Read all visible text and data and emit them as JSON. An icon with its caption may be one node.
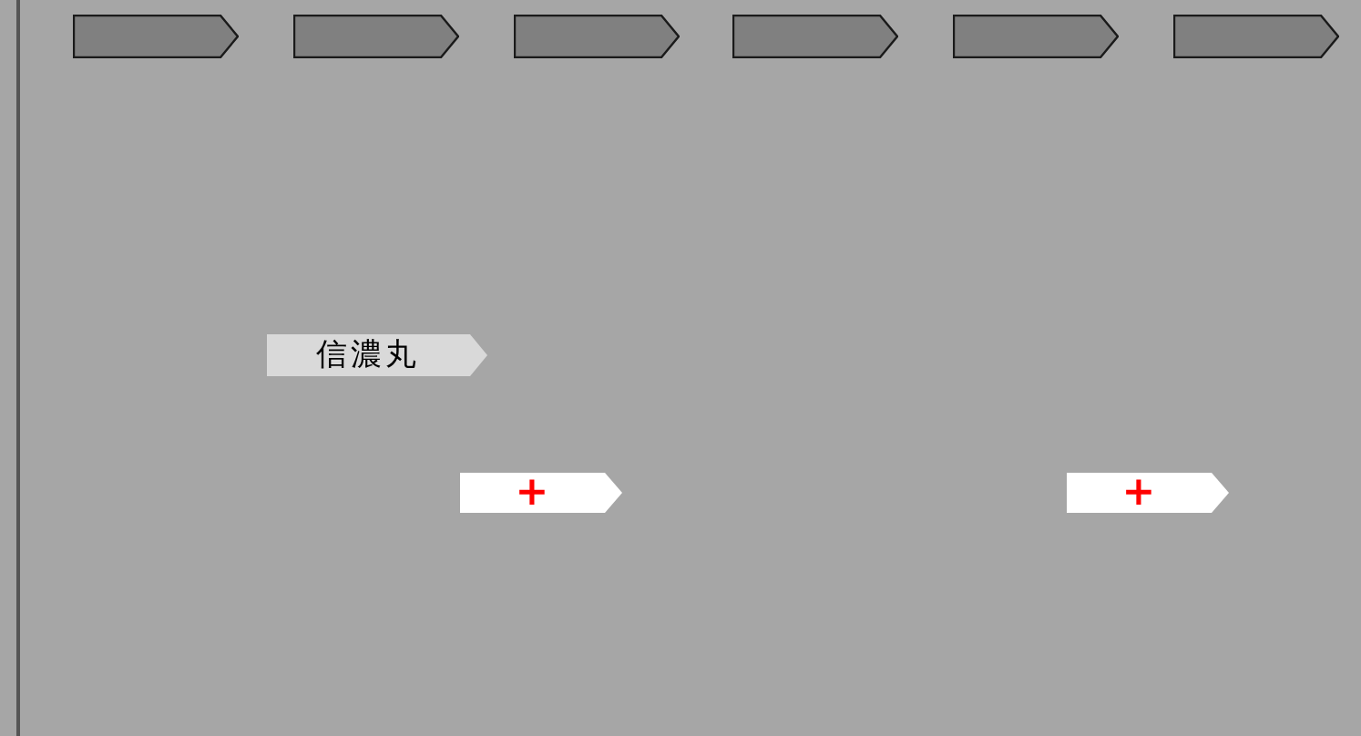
{
  "diagram": {
    "nodes": [
      {
        "text": [],
        "shape": "pentagon"
      },
      {
        "text": [],
        "shape": "pentagon"
      },
      {
        "text": [],
        "shape": "pentagon"
      },
      {
        "text": [],
        "shape": "pentagon"
      },
      {
        "text": [],
        "shape": "pentagon"
      },
      {
        "text": [],
        "shape": "pentagon"
      },
      {
        "text": [
          "信濃丸"
        ]
      },
      {
        "text": [
          "+"
        ]
      },
      {
        "text": [
          "+"
        ]
      }
    ]
  }
}
